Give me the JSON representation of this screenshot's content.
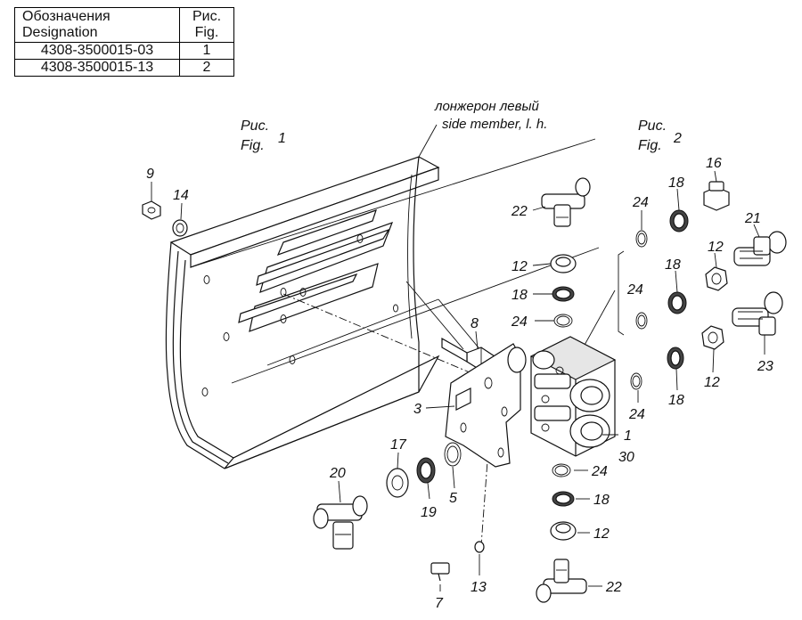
{
  "table": {
    "header": {
      "designation": [
        "Обозначения",
        "Designation"
      ],
      "fig": [
        "Рис.",
        "Fig."
      ]
    },
    "rows": [
      {
        "designation": "4308-3500015-03",
        "fig": "1"
      },
      {
        "designation": "4308-3500015-13",
        "fig": "2"
      }
    ]
  },
  "figure_labels": {
    "fig1": {
      "ru": "Рис.",
      "en": "Fig.",
      "num": "1"
    },
    "fig2": {
      "ru": "Рис.",
      "en": "Fig.",
      "num": "2"
    }
  },
  "frame_label": {
    "ru": "лонжерон левый",
    "en": "side member, l. h."
  },
  "callouts": {
    "c9": "9",
    "c14": "14",
    "c22a": "22",
    "c12a": "12",
    "c18a": "18",
    "c24a": "24",
    "c8": "8",
    "c3": "3",
    "c17": "17",
    "c19": "19",
    "c5": "5",
    "c20": "20",
    "c7": "7",
    "c13": "13",
    "c1": "1",
    "c30": "30",
    "c24b": "24",
    "c24c": "24",
    "c24d": "24",
    "c24e": "24",
    "c18b": "18",
    "c12b": "12",
    "c22b": "22",
    "c18c": "18",
    "c18d": "18",
    "c18e": "18",
    "c16": "16",
    "c21": "21",
    "c12c": "12",
    "c12d": "12",
    "c23": "23"
  }
}
